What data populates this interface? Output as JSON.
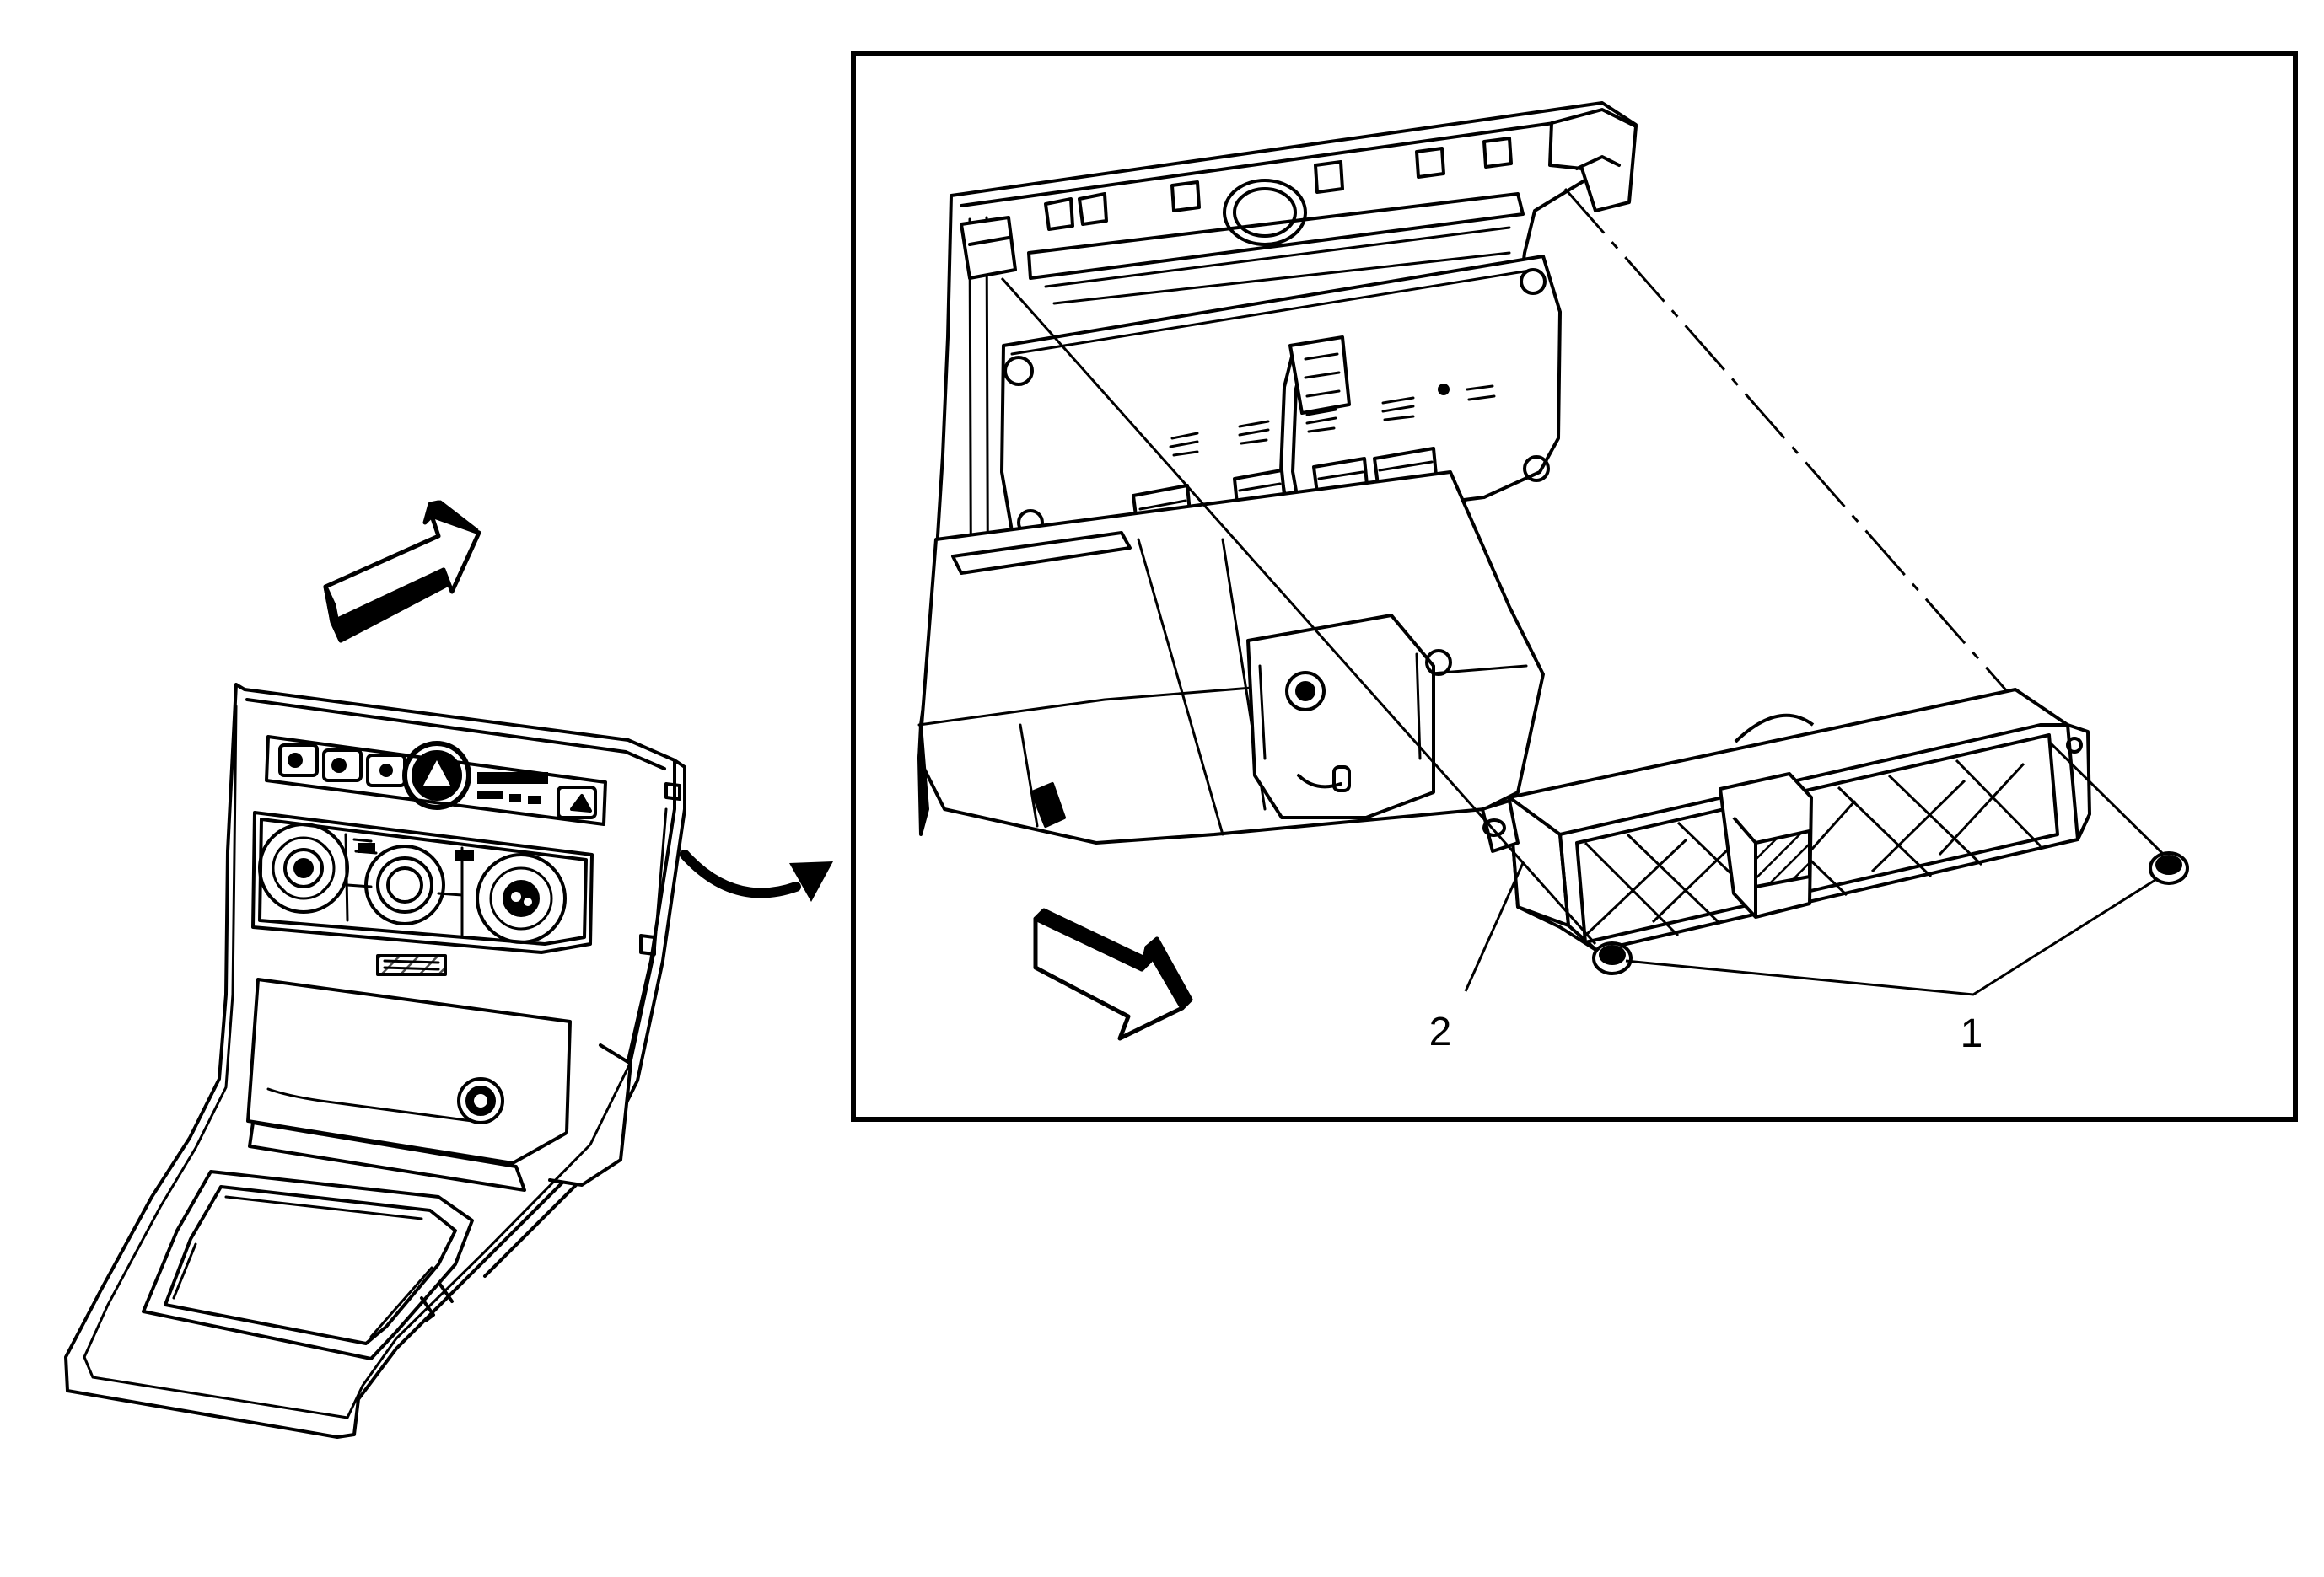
{
  "callouts": [
    {
      "id": "1",
      "text": "1"
    },
    {
      "id": "2",
      "text": "2"
    }
  ],
  "colors": {
    "line": "#000000",
    "background": "#ffffff"
  },
  "icons": {
    "view_arrow": "view-direction-arrow-icon",
    "flow_arrow": "curved-arrow-icon"
  }
}
